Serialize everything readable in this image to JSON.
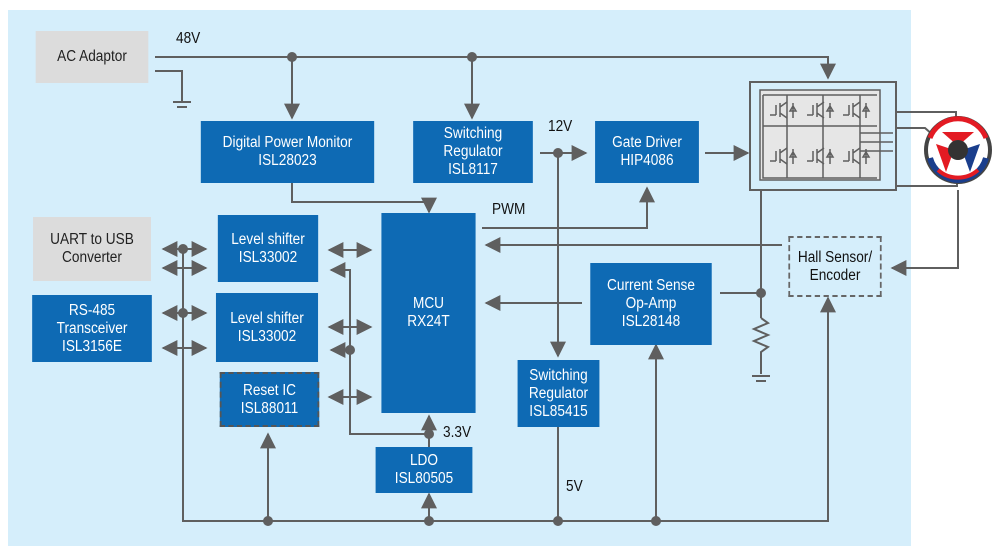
{
  "diagram": {
    "type": "block-diagram",
    "colors": {
      "background": "#d5eefb",
      "block": "#0e6ab4",
      "external": "#dcdcdc",
      "wire": "#5f5f5f"
    },
    "blocks": {
      "ac_adaptor": {
        "lines": [
          "AC Adaptor"
        ]
      },
      "digital_power_monitor": {
        "lines": [
          "Digital Power Monitor",
          "ISL28023"
        ]
      },
      "switching_regulator_12v": {
        "lines": [
          "Switching",
          "Regulator",
          "ISL8117"
        ]
      },
      "gate_driver": {
        "lines": [
          "Gate Driver",
          "HIP4086"
        ]
      },
      "uart_usb": {
        "lines": [
          "UART to USB",
          "Converter"
        ]
      },
      "level_shifter_1": {
        "lines": [
          "Level shifter",
          "ISL33002"
        ]
      },
      "rs485": {
        "lines": [
          "RS-485",
          "Transceiver",
          "ISL3156E"
        ]
      },
      "level_shifter_2": {
        "lines": [
          "Level shifter",
          "ISL33002"
        ]
      },
      "reset_ic": {
        "lines": [
          "Reset IC",
          "ISL88011"
        ]
      },
      "mcu": {
        "lines": [
          "MCU",
          "RX24T"
        ]
      },
      "current_sense": {
        "lines": [
          "Current Sense",
          "Op-Amp",
          "ISL28148"
        ]
      },
      "switching_regulator_5v": {
        "lines": [
          "Switching",
          "Regulator",
          "ISL85415"
        ]
      },
      "ldo": {
        "lines": [
          "LDO",
          "ISL80505"
        ]
      },
      "hall_sensor": {
        "lines": [
          "Hall Sensor/",
          "Encoder"
        ]
      }
    },
    "labels": {
      "v48": "48V",
      "v12": "12V",
      "pwm": "PWM",
      "v33": "3.3V",
      "v5": "5V"
    },
    "icons": [
      "inverter-bridge-icon",
      "bldc-motor-icon",
      "ground-icon",
      "resistor-icon"
    ]
  }
}
